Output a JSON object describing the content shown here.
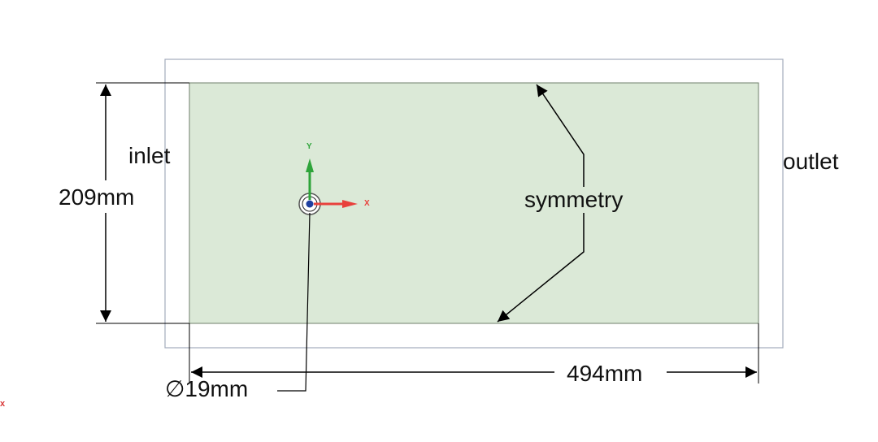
{
  "labels": {
    "inlet": "inlet",
    "outlet": "outlet",
    "symmetry": "symmetry",
    "height_dim": "209mm",
    "width_dim": "494mm",
    "diameter_dim": "19mm",
    "diameter_symbol": "∅"
  },
  "axes": {
    "x_label": "X",
    "y_label": "Y",
    "x_color": "#e8413c",
    "y_color": "#2ea43a"
  },
  "colors": {
    "domain_fill": "#dbe9d7",
    "outline": "#a3acbc",
    "dimension": "#000000",
    "corner_mark": "#d93a3a"
  },
  "corner_mark": "x"
}
